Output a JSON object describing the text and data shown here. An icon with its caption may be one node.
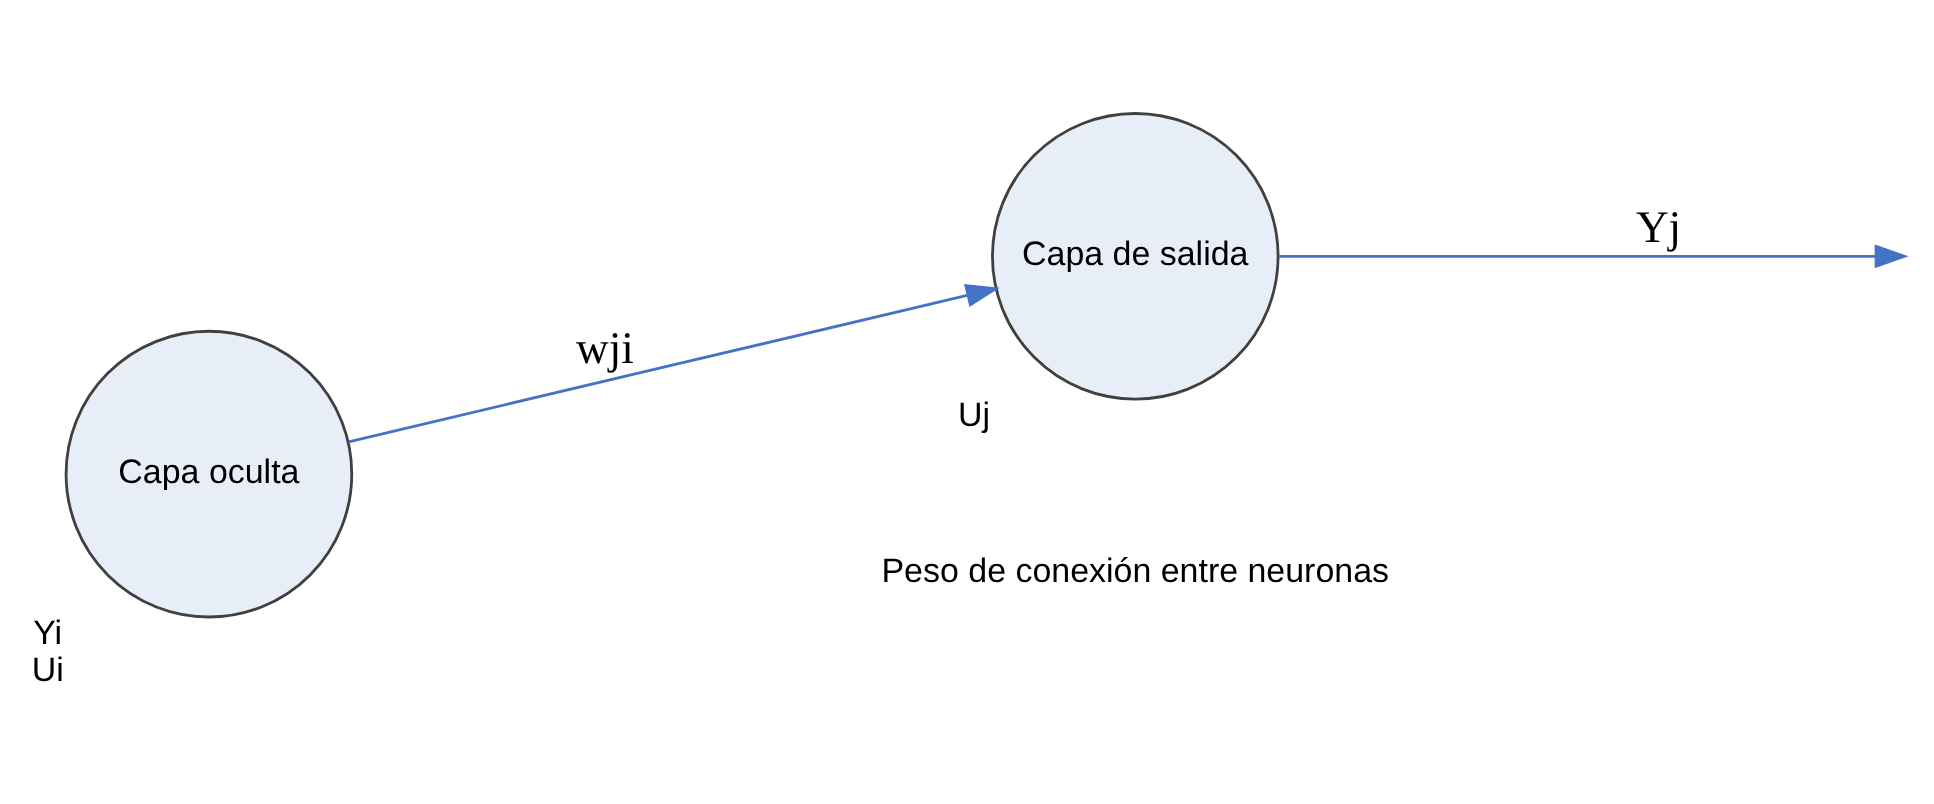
{
  "diagram": {
    "nodes": [
      {
        "text": [
          "Capa oculta"
        ],
        "beside": [
          "Yi",
          "Ui"
        ]
      },
      {
        "text": [
          "Capa de salida"
        ],
        "beside": [
          "Uj"
        ]
      }
    ],
    "edges": [
      {
        "from": 0,
        "to": 1,
        "arrow": "to",
        "label": "wji"
      },
      {
        "from": 1,
        "to": null,
        "arrow": "to",
        "label": "Yj"
      }
    ],
    "labels": [
      "Peso de conexión entre neuronas"
    ]
  }
}
